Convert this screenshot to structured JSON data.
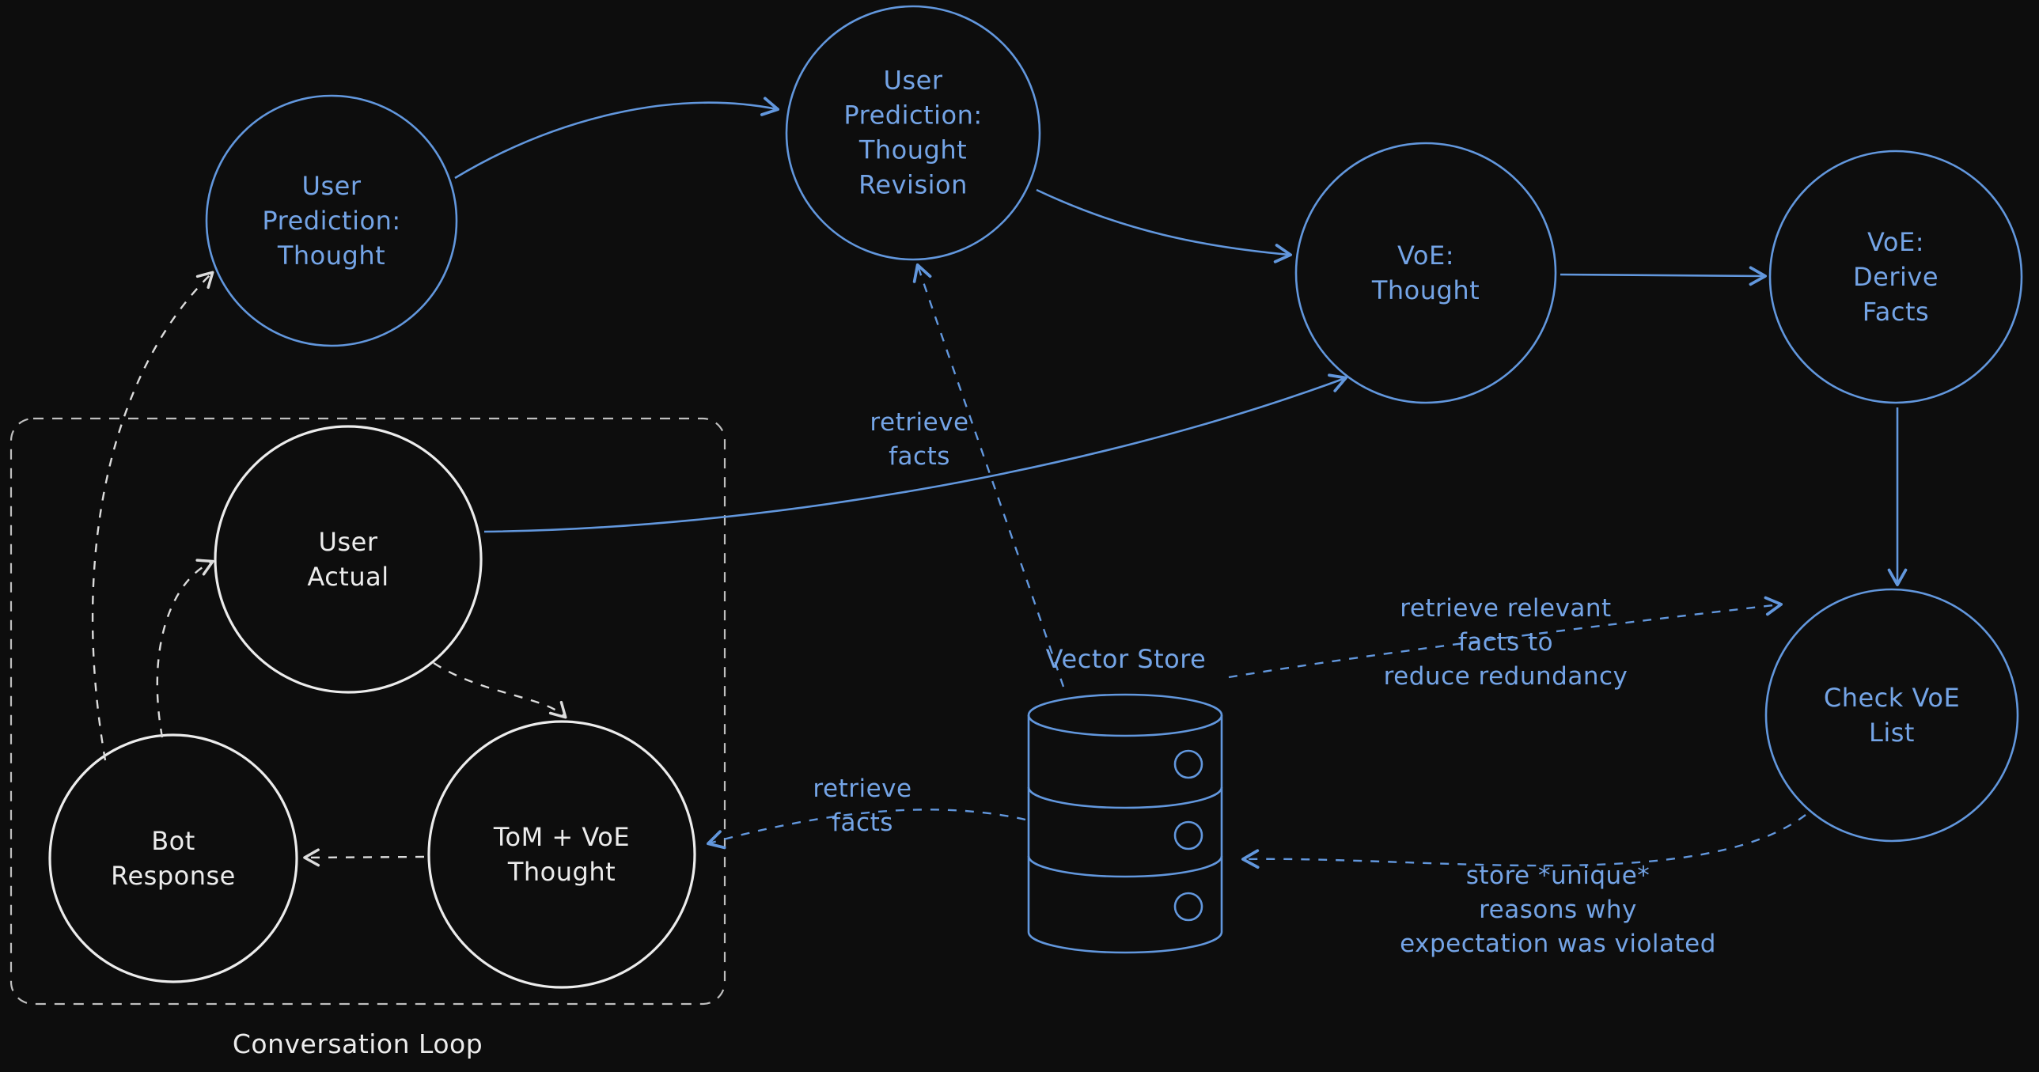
{
  "nodes": {
    "user_prediction_thought": {
      "label": "User\nPrediction:\nThought"
    },
    "user_prediction_thought_revision": {
      "label": "User\nPrediction:\nThought\nRevision"
    },
    "voe_thought": {
      "label": "VoE:\nThought"
    },
    "voe_derive_facts": {
      "label": "VoE: Derive\nFacts"
    },
    "check_voe_list": {
      "label": "Check VoE\nList"
    },
    "user_actual": {
      "label": "User\nActual"
    },
    "bot_response": {
      "label": "Bot\nResponse"
    },
    "tom_voe_thought": {
      "label": "ToM + VoE\nThought"
    },
    "vector_store": {
      "label": "Vector Store"
    }
  },
  "edge_labels": {
    "retrieve_facts_upper": "retrieve\nfacts",
    "retrieve_facts_lower": "retrieve\nfacts",
    "retrieve_relevant": "retrieve relevant\nfacts to\nreduce redundancy",
    "store_unique": "store *unique*\nreasons why\nexpectation was violated"
  },
  "containers": {
    "conversation_loop": {
      "label": "Conversation Loop"
    }
  },
  "colors": {
    "background": "#0d0d0d",
    "blue_accent": "#6297dd",
    "white_accent": "#e9e9e9",
    "dim_gray": "#bfbfbf"
  }
}
